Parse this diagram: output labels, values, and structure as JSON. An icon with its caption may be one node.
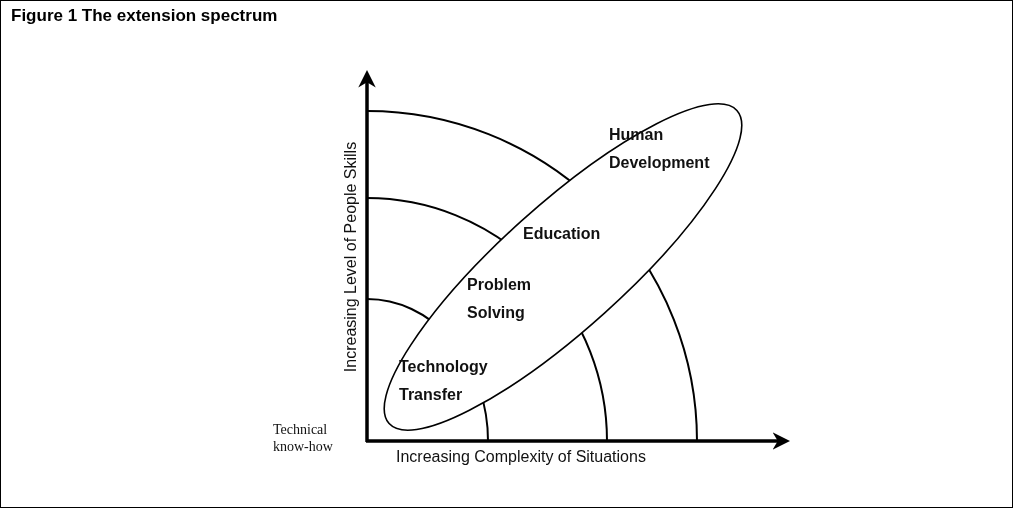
{
  "diagram": {
    "title": "Figure 1 The extension spectrum",
    "nodes": [
      {
        "text": [
          "Human Development",
          "Education",
          "Problem Solving",
          "Technology Transfer"
        ]
      }
    ],
    "labels": [
      "Increasing Level of People Skills",
      "Technical know-how",
      "Increasing Complexity of Situations"
    ]
  }
}
